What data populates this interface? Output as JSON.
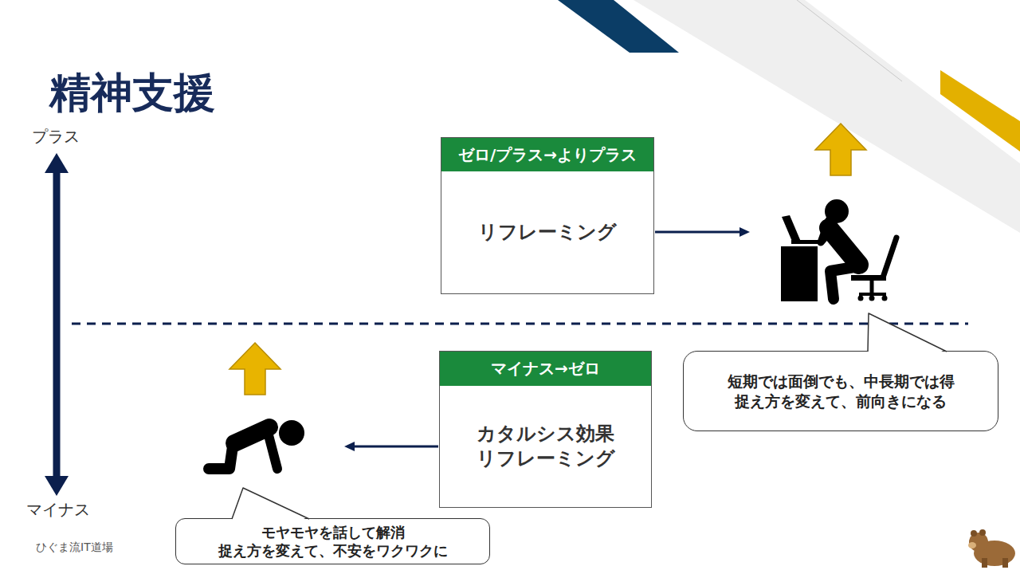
{
  "diagram": {
    "title": "精神支援",
    "nodes": [
      {
        "text": [
          "ゼロ/プラス→よりプラス",
          "リフレーミング"
        ]
      },
      {
        "text": [
          "マイナス→ゼロ",
          "カタルシス効果 リフレーミング"
        ]
      },
      {
        "text": [
          "短期では面倒でも、中長期では得 捉え方を変えて、前向きになる"
        ]
      },
      {
        "text": [
          "モヤモヤを話して解消 捉え方を変えて、不安をワクワクに"
        ]
      }
    ],
    "labels": [
      "プラス",
      "マイナス",
      "ひぐま流IT道場"
    ]
  }
}
